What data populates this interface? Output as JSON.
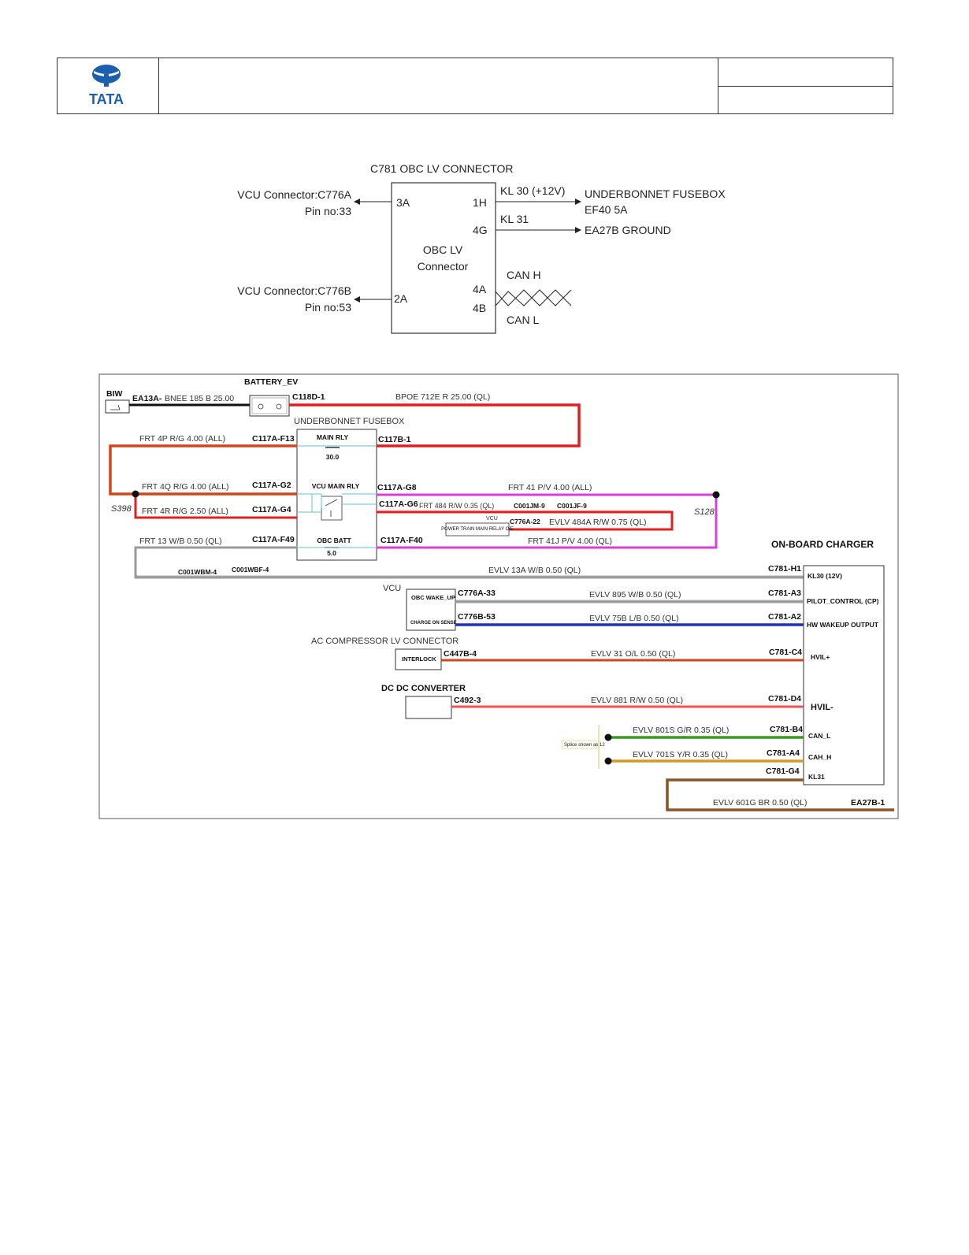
{
  "brand": {
    "logo_text": "TATA",
    "color": "#1b5fae"
  },
  "lv_diagram": {
    "title": "C781 OBC LV CONNECTOR",
    "box_label_1": "OBC LV",
    "box_label_2": "Connector",
    "left_top_1": "VCU Connector:C776A",
    "left_top_2": "Pin no:33",
    "left_bot_1": "VCU Connector:C776B",
    "left_bot_2": "Pin no:53",
    "pin_3a": "3A",
    "pin_2a": "2A",
    "pin_1h": "1H",
    "pin_4g": "4G",
    "pin_4a": "4A",
    "pin_4b": "4B",
    "kl30": "KL 30 (+12V)",
    "kl31": "KL 31",
    "can_h": "CAN H",
    "can_l": "CAN L",
    "dest_1": "UNDERBONNET FUSEBOX",
    "dest_2": "EF40 5A",
    "dest_3": "EA27B GROUND"
  },
  "schematic": {
    "colors": {
      "red": "#e02020",
      "magenta": "#d93ed9",
      "orange": "#d2461e",
      "blue": "#1f2fb8",
      "green": "#3a9a20",
      "gold": "#d29a28",
      "brown": "#8a5426",
      "grey": "#9a9a9a",
      "black": "#111111",
      "cyan": "#7ed0d8"
    },
    "biw": "BIW",
    "battery_ev": "BATTERY_EV",
    "ea13a": "EA13A-",
    "w_bnee": "BNEE   185   B   25.00",
    "c118d": "C118D-1",
    "w_bpoe": "BPOE   712E   R   25.00   (QL)",
    "ub_fusebox": "UNDERBONNET FUSEBOX",
    "main_rly": "MAIN RLY",
    "main_rly_val": "30.0",
    "vcu_main_rly": "VCU MAIN RLY",
    "obc_batt": "OBC BATT",
    "obc_batt_val": "5.0",
    "w_frt4p": "FRT   4P   R/G   4.00   (ALL)",
    "c117a_f13": "C117A-F13",
    "c117b_1": "C117B-1",
    "w_frt4q": "FRT   4Q   R/G   4.00   (ALL)",
    "c117a_g2": "C117A-G2",
    "w_frt4r": "FRT   4R   R/G   2.50   (ALL)",
    "c117a_g4": "C117A-G4",
    "s398": "S398",
    "w_frt13": "FRT   13   W/B   0.50   (QL)",
    "c117a_f49": "C117A-F49",
    "c117a_g8": "C117A-G8",
    "w_frt41": "FRT   41   P/V   4.00   (ALL)",
    "s128": "S128",
    "c117a_g6": "C117A-G6",
    "w_frt484": "FRT   484   R/W   0.35   (QL)",
    "c001jm9": "C001JM-9",
    "c001jf9": "C001JF-9",
    "vcu_small": "VCU",
    "ptmr": "POWER TRAIN MAIN RELAY O/E",
    "c776a22": "C776A-22",
    "w_evlv484a": "EVLV   484A   R/W   0.75   (QL)",
    "c117a_f40": "C117A-F40",
    "w_frt41j": "FRT   41J   P/V   4.00   (QL)",
    "obc_title": "ON-BOARD CHARGER",
    "c001wbm4": "C001WBM-4",
    "c001wbf4": "C001WBF-4",
    "w_evlv13a": "EVLV   13A   W/B   0.50   (QL)",
    "c781_h1": "C781-H1",
    "p_kl30": "KL30 (12V)",
    "vcu": "VCU",
    "obc_wake": "OBC WAKE_UP",
    "charge_sense": "CHARGE ON SENSE",
    "c776a33": "C776A-33",
    "w_evlv895": "EVLV   895   W/B   0.50   (QL)",
    "c781_a3": "C781-A3",
    "p_pilot": "PILOT_CONTROL (CP)",
    "c776b53": "C776B-53",
    "w_evlv75b": "EVLV   75B   L/B   0.50   (QL)",
    "c781_a2": "C781-A2",
    "p_hwwake": "HW WAKEUP OUTPUT",
    "ac_comp": "AC COMPRESSOR LV CONNECTOR",
    "interlock": "INTERLOCK",
    "c447b4": "C447B-4",
    "w_evlv31": "EVLV   31   O/L   0.50   (QL)",
    "c781_c4": "C781-C4",
    "p_hvilp": "HVIL+",
    "dcdc": "DC DC CONVERTER",
    "c492_3": "C492-3",
    "w_evlv881": "EVLV   881   R/W   0.50   (QL)",
    "c781_d4": "C781-D4",
    "p_hviln": "HVIL-",
    "w_evlv801s": "EVLV   801S   G/R   0.35   (QL)",
    "c781_b4": "C781-B4",
    "p_canl": "CAN_L",
    "w_evlv701s": "EVLV   701S   Y/R   0.35   (QL)",
    "c781_a4": "C781-A4",
    "p_canh": "CAH_H",
    "splice_note": "Splice shown as 12",
    "c781_g4": "C781-G4",
    "p_kl31": "KL31",
    "w_evlv601g": "EVLV   601G   BR   0.50   (QL)",
    "ea27b": "EA27B-1"
  }
}
